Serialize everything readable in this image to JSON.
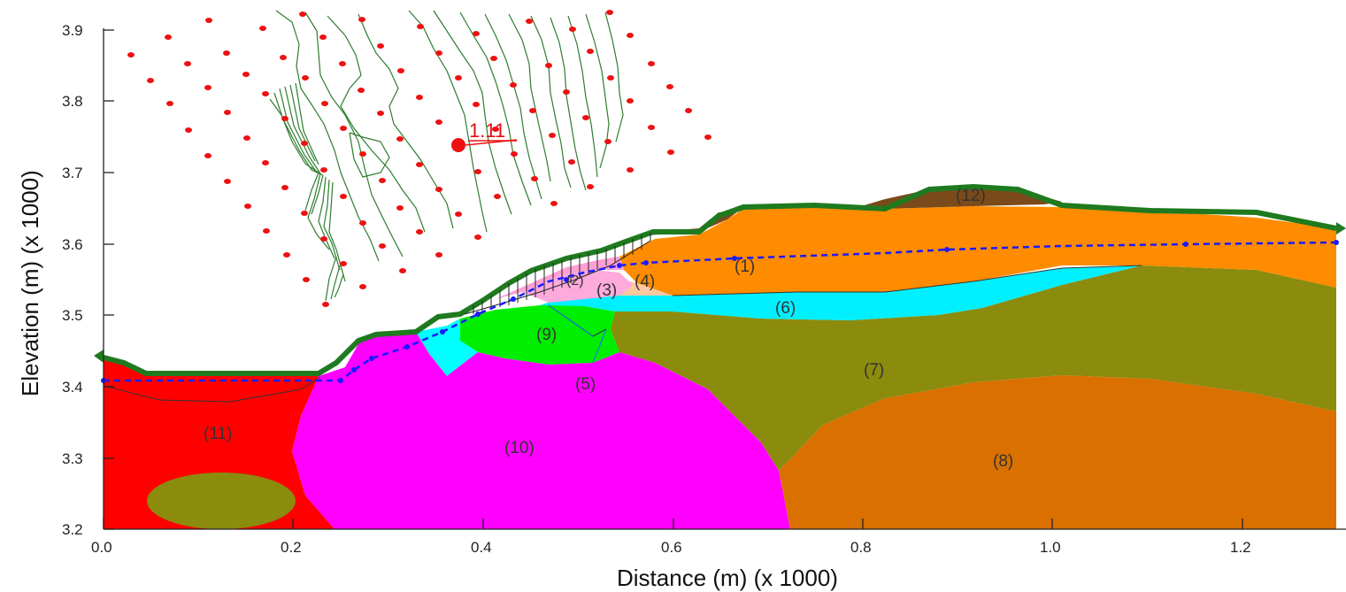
{
  "figure": {
    "xlabel": "Distance (m) (x  1000)",
    "ylabel": "Elevation (m) (x  1000)",
    "x_ticks": [
      "0.0",
      "0.2",
      "0.4",
      "0.6",
      "0.8",
      "1.0",
      "1.2"
    ],
    "y_ticks": [
      "3.2",
      "3.3",
      "3.4",
      "3.5",
      "3.6",
      "3.7",
      "3.8",
      "3.9"
    ],
    "xlim": [
      0,
      1.3
    ],
    "ylim": [
      3.2,
      3.92
    ],
    "factor_of_safety": "1.11",
    "regions": [
      {
        "id": "region-1",
        "label": "(1)",
        "color": "#ff8c00"
      },
      {
        "id": "region-2",
        "label": "(2)",
        "color": "#ff9fd4"
      },
      {
        "id": "region-3",
        "label": "(3)",
        "color": "#ffaadd"
      },
      {
        "id": "region-4",
        "label": "(4)",
        "color": "#ffc8a0"
      },
      {
        "id": "region-5",
        "label": "(5)",
        "color": "#00ffff"
      },
      {
        "id": "region-6",
        "label": "(6)",
        "color": "#00f5ff"
      },
      {
        "id": "region-7",
        "label": "(7)",
        "color": "#8b8b0e"
      },
      {
        "id": "region-8",
        "label": "(8)",
        "color": "#d97000"
      },
      {
        "id": "region-9",
        "label": "(9)",
        "color": "#00ee00"
      },
      {
        "id": "region-10",
        "label": "(10)",
        "color": "#ff00ff"
      },
      {
        "id": "region-11",
        "label": "(11)",
        "color": "#ff0000"
      },
      {
        "id": "region-12",
        "label": "(12)",
        "color": "#7a4a1a"
      }
    ],
    "colors": {
      "water_table": "#1a1aff",
      "contours": "#2e7d2e",
      "grid_points": "#ee1111",
      "surface": "#1f7a1f"
    }
  }
}
